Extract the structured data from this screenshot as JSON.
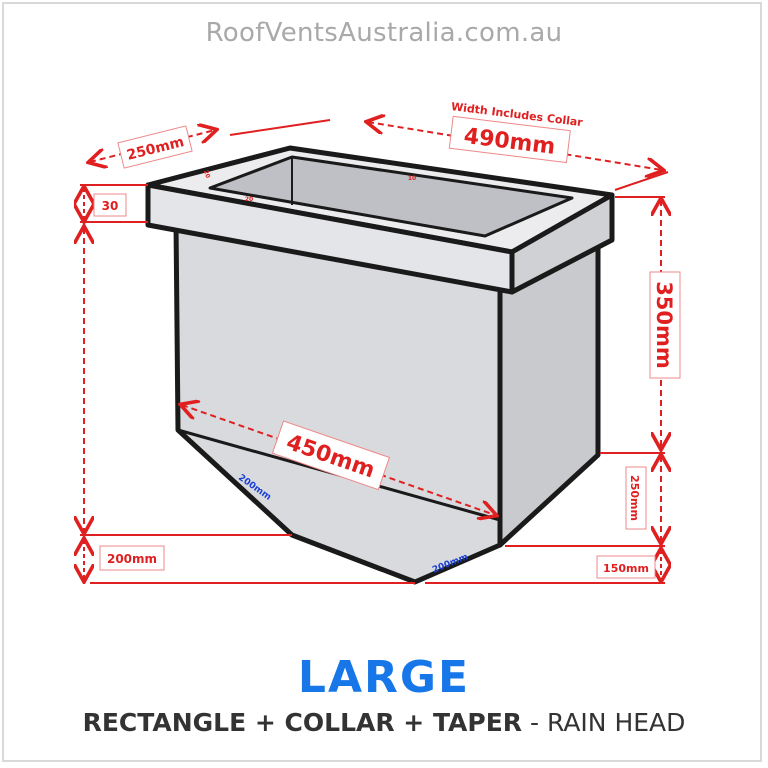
{
  "header": {
    "site": "RoofVentsAustralia.com.au"
  },
  "diagram": {
    "depth_label": "250mm",
    "width_note": "Width Includes Collar",
    "width_label": "490mm",
    "collar_height_label": "30",
    "body_height_label": "350mm",
    "length_label": "450mm",
    "taper_height_label": "250mm",
    "outlet_height_label": "150mm",
    "left_offset_label": "200mm",
    "outlet_length_label": "200mm",
    "outlet_width_label": "200mm",
    "collar_side_label": "20",
    "collar_front_label": "20",
    "collar_back_label": "10",
    "colors": {
      "dimension": "#e02020",
      "outlet": "#1a3fd6",
      "outline": "#1a1a1a",
      "fill": "#d4d5da"
    }
  },
  "footer": {
    "size": "LARGE",
    "description_bold": "RECTANGLE + COLLAR + TAPER",
    "description_rest": " - RAIN HEAD"
  }
}
